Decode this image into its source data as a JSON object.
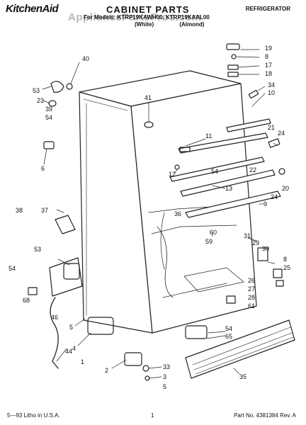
{
  "header": {
    "brand": "KitchenAid",
    "title": "CABINET PARTS",
    "category": "REFRIGERATOR",
    "models": "For Models: KTRP19KAWH00, KTRP19KAAL00",
    "variants": [
      "(White)",
      "(Almond)"
    ]
  },
  "watermark": "AppliancePartsPros.com",
  "callouts": [
    "19",
    "8",
    "17",
    "18",
    "34",
    "10",
    "40",
    "53",
    "23",
    "39",
    "54",
    "6",
    "41",
    "11",
    "12",
    "54",
    "13",
    "21",
    "24",
    "22",
    "20",
    "24",
    "9",
    "36",
    "60",
    "59",
    "38",
    "37",
    "53",
    "54",
    "31",
    "29",
    "30",
    "8",
    "25",
    "26",
    "27",
    "28",
    "61",
    "68",
    "46",
    "5",
    "4",
    "44",
    "1",
    "54",
    "65",
    "2",
    "33",
    "3",
    "5",
    "35"
  ],
  "footer": {
    "left": "5—93 Litho in U.S.A.",
    "page": "1",
    "right": "Part No. 4381384  Rev. A"
  }
}
